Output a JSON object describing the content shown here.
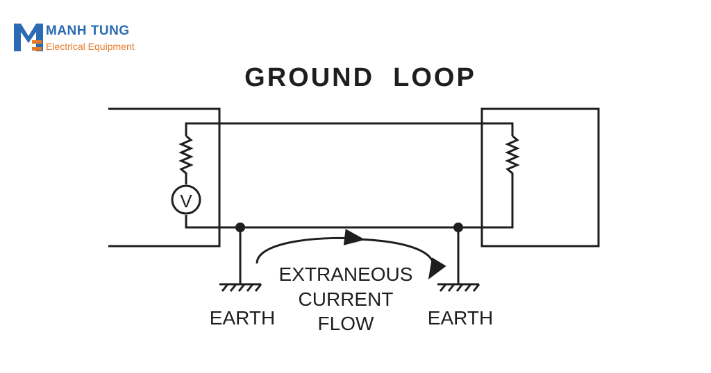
{
  "brand": {
    "name": "MANH TUNG",
    "tagline": "Electrical Equipment",
    "colors": {
      "blue": "#2a6bb3",
      "orange": "#e77a26"
    }
  },
  "diagram": {
    "title": "GROUND  LOOP",
    "meter_symbol": "V",
    "left_ground_label": "EARTH",
    "right_ground_label": "EARTH",
    "flow_label": [
      "EXTRANEOUS",
      "CURRENT",
      "FLOW"
    ],
    "line_color": "#1e1e1e"
  }
}
